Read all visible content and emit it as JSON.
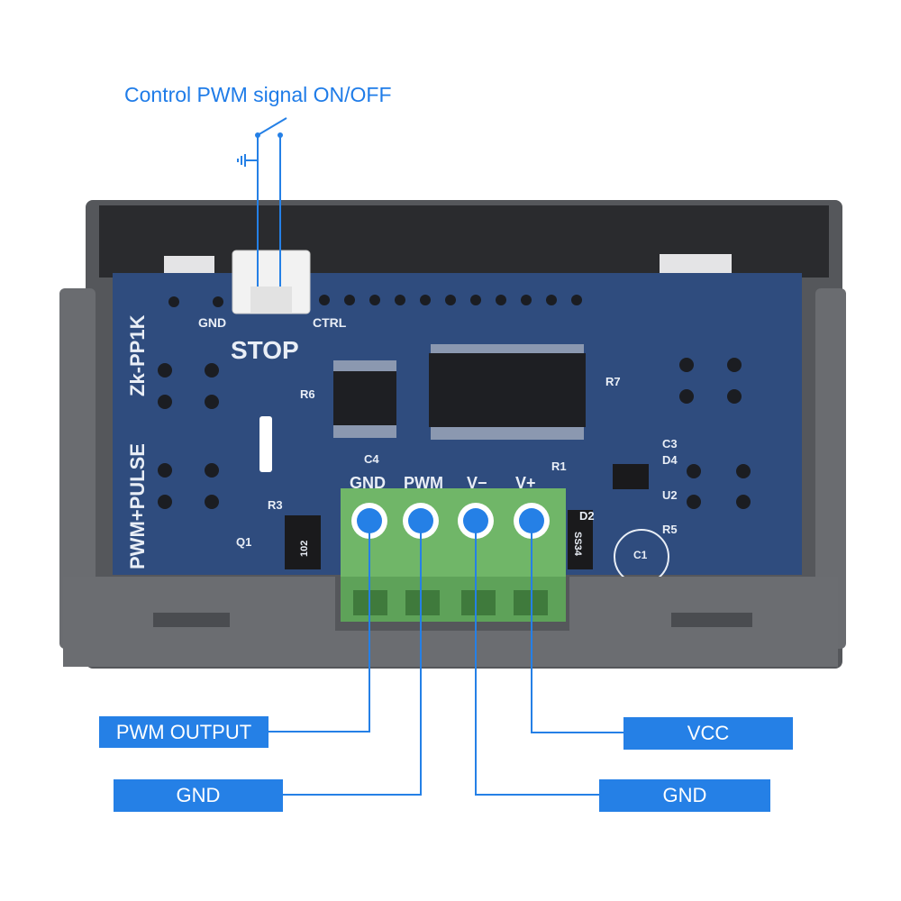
{
  "title": "Control PWM signal ON/OFF",
  "board": {
    "model": "Zk-PP1K",
    "type": "PWM+PULSE",
    "connector_left": "GND",
    "connector_right": "CTRL",
    "connector_name": "STOP",
    "terminals": [
      "GND",
      "PWM",
      "V−",
      "V+"
    ],
    "components": {
      "r6": "R6",
      "r3": "R3",
      "q1": "Q1",
      "r7": "R7",
      "c3": "C3",
      "d4": "D4",
      "u2": "U2",
      "r5": "R5",
      "d2": "D2",
      "c1": "C1",
      "c4": "C4",
      "r1": "R1",
      "res": "102",
      "diode": "SS34"
    }
  },
  "labels": {
    "pwm_output": "PWM OUTPUT",
    "gnd_left": "GND",
    "vcc": "VCC",
    "gnd_right": "GND"
  },
  "colors": {
    "accent": "#2580e6",
    "pcb": "#2f4c7e",
    "terminal": "#70b668"
  }
}
